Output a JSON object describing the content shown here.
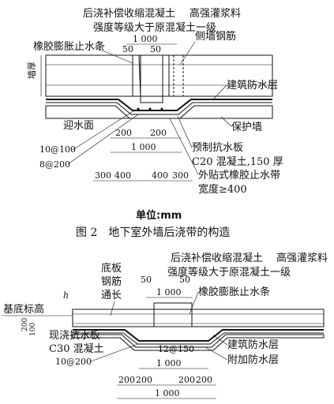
{
  "figure1": {
    "title": "图 2　地下室外墙后浇带的构造",
    "unit": "单位:mm",
    "labels": {
      "pour_concrete": "后浇补偿收缩混凝土",
      "grout": "高强灌浆料",
      "strength": "强度等级大于原混凝土一级",
      "dim_1000_top": "1 000",
      "dim_50_left": "50",
      "dim_50_right": "50",
      "side_rebar": "侧墙钢筋",
      "rubber_stop": "橡胶膨胀止水条",
      "wall_thickness": "墙厚",
      "waterproof": "建筑防水层",
      "water_face": "迎水面",
      "protect_wall": "保护墙",
      "dim_200_l": "200",
      "dim_200_r": "200",
      "dim_1000_mid": "1 000",
      "rebar_10": "10@100",
      "rebar_8": "8@200",
      "precast_board": "预制抗水板",
      "c20": "C20 混凝土,150 厚",
      "dim_300": "300",
      "dim_400_a": "400",
      "dim_400_b": "400",
      "dim_300_b": "300",
      "ext_stop": "外贴式橡胶止水带",
      "width": "宽度≥400"
    }
  },
  "figure2": {
    "labels": {
      "pour_concrete": "后浇补偿收缩混凝土",
      "grout": "高强灌浆料",
      "strength": "强度等级大于原混凝土一级",
      "slab_rebar_1": "底板",
      "slab_rebar_2": "钢筋",
      "slab_rebar_3": "通长",
      "dim_50_l": "50",
      "dim_50_r": "50",
      "dim_1000_top": "1 000",
      "rubber_stop": "橡胶膨胀止水条",
      "base_level": "基底标高",
      "h": "h",
      "dim_200": "200",
      "dim_100": "100",
      "board_1": "现浇抗水板",
      "board_2": "C30 混凝土",
      "rebar_10": "10@200",
      "rebar_12": "12@150",
      "waterproof": "建筑防水层",
      "extra_waterproof": "附加防水层",
      "dim_1000_mid": "1 000",
      "dim_200_a": "200",
      "dim_200_b": "200",
      "dim_200_c": "200",
      "dim_200_d": "200",
      "dim_1000_bot": "1 000"
    }
  }
}
